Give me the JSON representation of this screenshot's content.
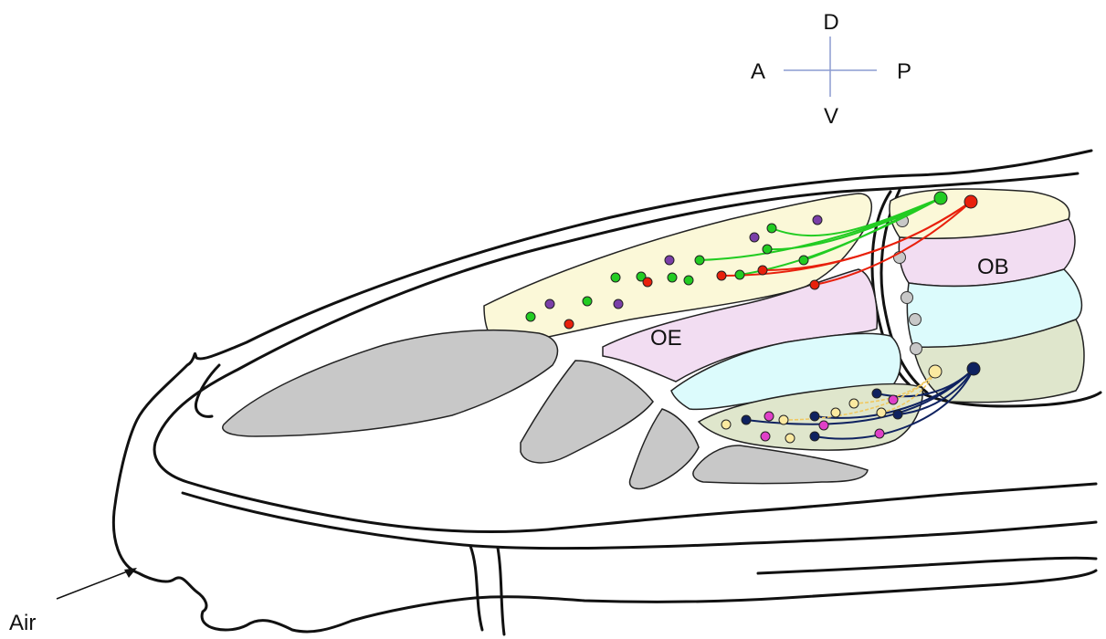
{
  "labels": {
    "compass_dorsal": "D",
    "compass_ventral": "V",
    "compass_anterior": "A",
    "compass_posterior": "P",
    "olfactory_epithelium": "OE",
    "olfactory_bulb": "OB",
    "air": "Air"
  },
  "colors": {
    "zone_yellow": "#fbf8d8",
    "zone_pink": "#f2ddf2",
    "zone_cyan": "#dcfbfc",
    "zone_olive": "#dfe6cc",
    "turbinate_gray": "#c8c8c8",
    "green_neurons": "#22cc22",
    "red_neurons": "#e8200c",
    "purple_neurons": "#7a3fa8",
    "navy_neurons": "#0f2260",
    "light_yellow_neurons": "#fbe9a0",
    "magenta_neurons": "#e040c8",
    "gray_glomeruli": "#c8c8c8",
    "compass_axis": "#8c9bd0"
  }
}
